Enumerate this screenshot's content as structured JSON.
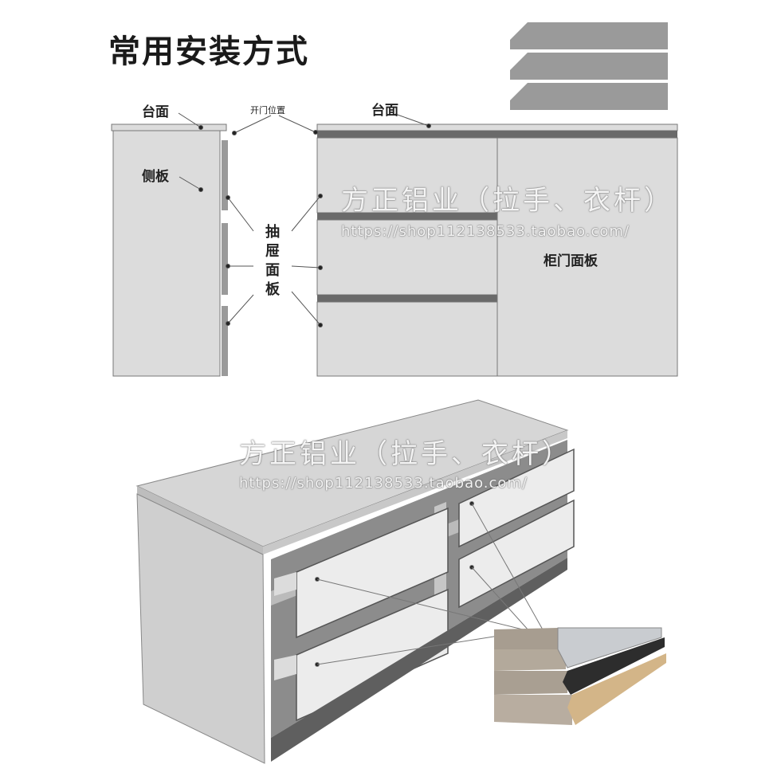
{
  "title": "常用安装方式",
  "labels": {
    "countertop_left": "台面",
    "door_open_position": "开门位置",
    "countertop_right": "台面",
    "side_panel": "侧板",
    "drawer_panel": "抽屉面板",
    "cabinet_door_panel": "柜门面板"
  },
  "watermark": {
    "name": "方正铝业（拉手、衣杆）",
    "url": "https://shop112138533.taobao.com/"
  },
  "colors": {
    "panel_gray": "#dcdcdc",
    "dark_strip": "#6a6a6a",
    "profile_gray": "#9a9a9a",
    "outline": "#555555"
  }
}
